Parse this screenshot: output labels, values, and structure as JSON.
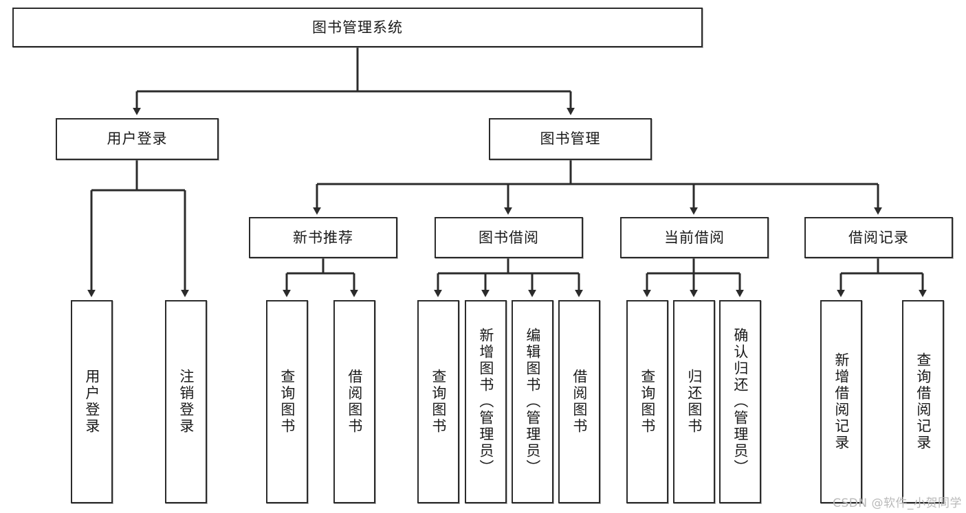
{
  "diagram": {
    "title_node": {
      "label": "图书管理系统"
    },
    "level2": [
      {
        "id": "user-login",
        "label": "用户登录"
      },
      {
        "id": "book-manage",
        "label": "图书管理"
      }
    ],
    "level3": [
      {
        "id": "new-book-recommend",
        "label": "新书推荐"
      },
      {
        "id": "book-borrow",
        "label": "图书借阅"
      },
      {
        "id": "current-borrow",
        "label": "当前借阅"
      },
      {
        "id": "borrow-record",
        "label": "借阅记录"
      }
    ],
    "leaves": {
      "user_login": [
        {
          "id": "leaf-user-login",
          "label": "用户登录"
        },
        {
          "id": "leaf-logout-login",
          "label": "注销登录"
        }
      ],
      "new_book_recommend": [
        {
          "id": "leaf-query-book-1",
          "label": "查询图书"
        },
        {
          "id": "leaf-borrow-book-1",
          "label": "借阅图书"
        }
      ],
      "book_borrow": [
        {
          "id": "leaf-query-book-2",
          "label": "查询图书"
        },
        {
          "id": "leaf-add-book",
          "label": "新增图书（管理员）"
        },
        {
          "id": "leaf-edit-book",
          "label": "编辑图书（管理员）"
        },
        {
          "id": "leaf-borrow-book-2",
          "label": "借阅图书"
        }
      ],
      "current_borrow": [
        {
          "id": "leaf-query-book-3",
          "label": "查询图书"
        },
        {
          "id": "leaf-return-book",
          "label": "归还图书"
        },
        {
          "id": "leaf-confirm-return",
          "label": "确认归还（管理员）"
        }
      ],
      "borrow_record": [
        {
          "id": "leaf-add-record",
          "label": "新增借阅记录"
        },
        {
          "id": "leaf-query-record",
          "label": "查询借阅记录"
        }
      ]
    },
    "watermark": {
      "text": "CSDN @软件_小贺同学"
    },
    "colors": {
      "stroke": "#2b2b2b",
      "box_fill": "#ffffff",
      "text": "#1a1a1a",
      "watermark": "#b9b9b9"
    }
  }
}
